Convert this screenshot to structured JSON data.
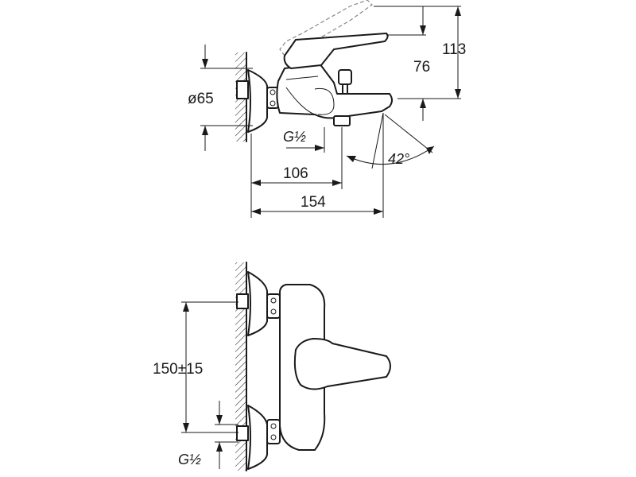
{
  "side_view": {
    "dims": {
      "total_height": "113",
      "lever_height": "76",
      "flange_diameter": "ø65",
      "inlet_thread": "G½",
      "spout_reach_mid": "106",
      "spout_reach_total": "154",
      "spout_angle": "42°"
    }
  },
  "front_view": {
    "dims": {
      "inlet_spacing": "150±15",
      "inlet_thread": "G½"
    }
  }
}
